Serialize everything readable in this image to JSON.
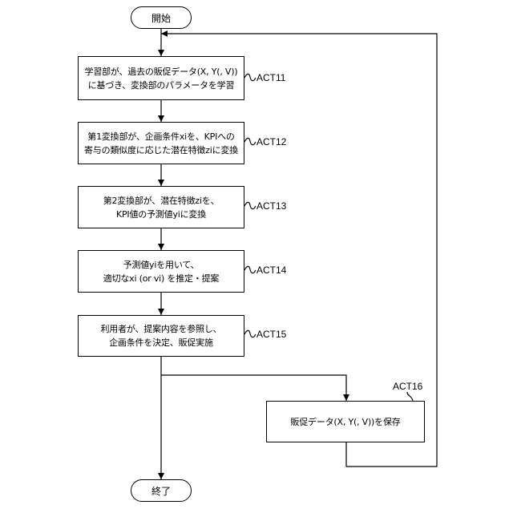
{
  "terminals": {
    "start": "開始",
    "end": "終了"
  },
  "steps": [
    {
      "id": "ACT11",
      "lines": [
        "学習部が、過去の販促データ(X, Y(, V))",
        "に基づき、変換部のパラメータを学習"
      ]
    },
    {
      "id": "ACT12",
      "lines": [
        "第1変換部が、企画条件xiを、KPIへの",
        "寄与の類似度に応じた潜在特徴ziに変換"
      ]
    },
    {
      "id": "ACT13",
      "lines": [
        "第2変換部が、潜在特徴ziを、",
        "KPI値の予測値yiに変換"
      ]
    },
    {
      "id": "ACT14",
      "lines": [
        "予測値yiを用いて、",
        "適切なxi (or vi) を推定・提案"
      ]
    },
    {
      "id": "ACT15",
      "lines": [
        "利用者が、提案内容を参照し、",
        "企画条件を決定、販促実施"
      ]
    }
  ],
  "save_step": {
    "id": "ACT16",
    "text": "販促データ(X, Y(, V))を保存"
  }
}
